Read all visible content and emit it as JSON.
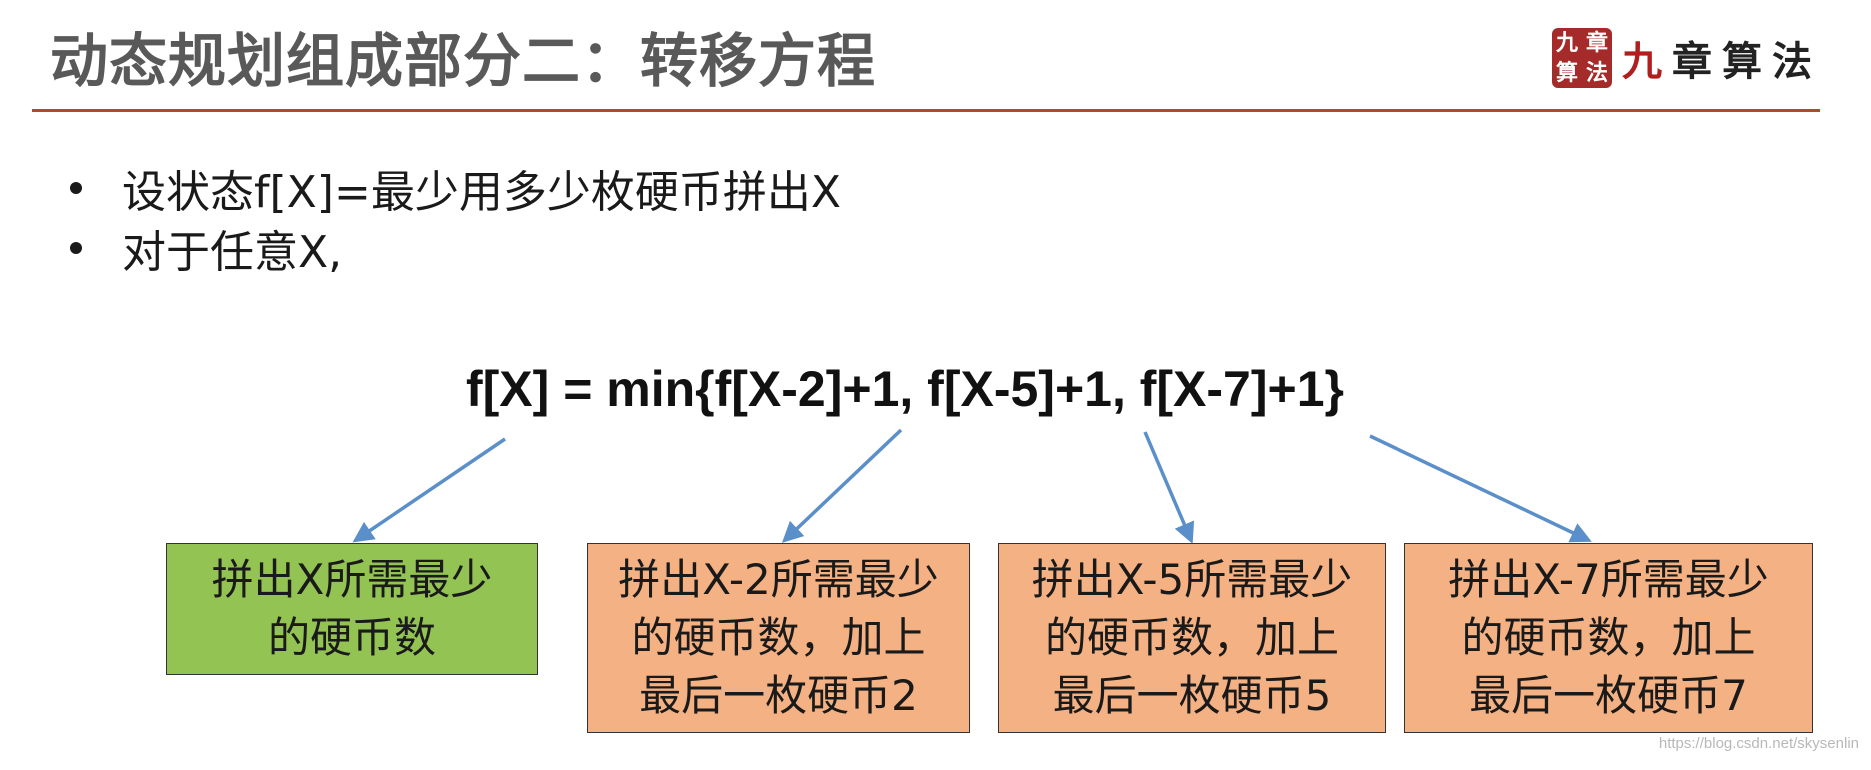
{
  "slide": {
    "title": "动态规划组成部分二：转移方程",
    "logo": {
      "seal_chars": [
        "九",
        "章",
        "算",
        "法"
      ],
      "text_first": "九",
      "text_rest": "章算法"
    },
    "bullets": [
      {
        "text": "设状态f[X]=最少用多少枚硬币拼出X"
      },
      {
        "text": "对于任意X,"
      }
    ],
    "formula": "f[X] = min{f[X-2]+1, f[X-5]+1, f[X-7]+1}",
    "boxes": [
      {
        "text": "拼出X所需最少\n的硬币数",
        "color": "#92c353"
      },
      {
        "text": "拼出X-2所需最少\n的硬币数，加上\n最后一枚硬币2",
        "color": "#f4b183"
      },
      {
        "text": "拼出X-5所需最少\n的硬币数，加上\n最后一枚硬币5",
        "color": "#f4b183"
      },
      {
        "text": "拼出X-7所需最少\n的硬币数，加上\n最后一枚硬币7",
        "color": "#f4b183"
      }
    ],
    "colors": {
      "title_rule": "#b4472d",
      "arrow": "#5b8fc9",
      "green_box": "#92c353",
      "orange_box": "#f4b183"
    },
    "watermark": "https://blog.csdn.net/skysenlin"
  }
}
